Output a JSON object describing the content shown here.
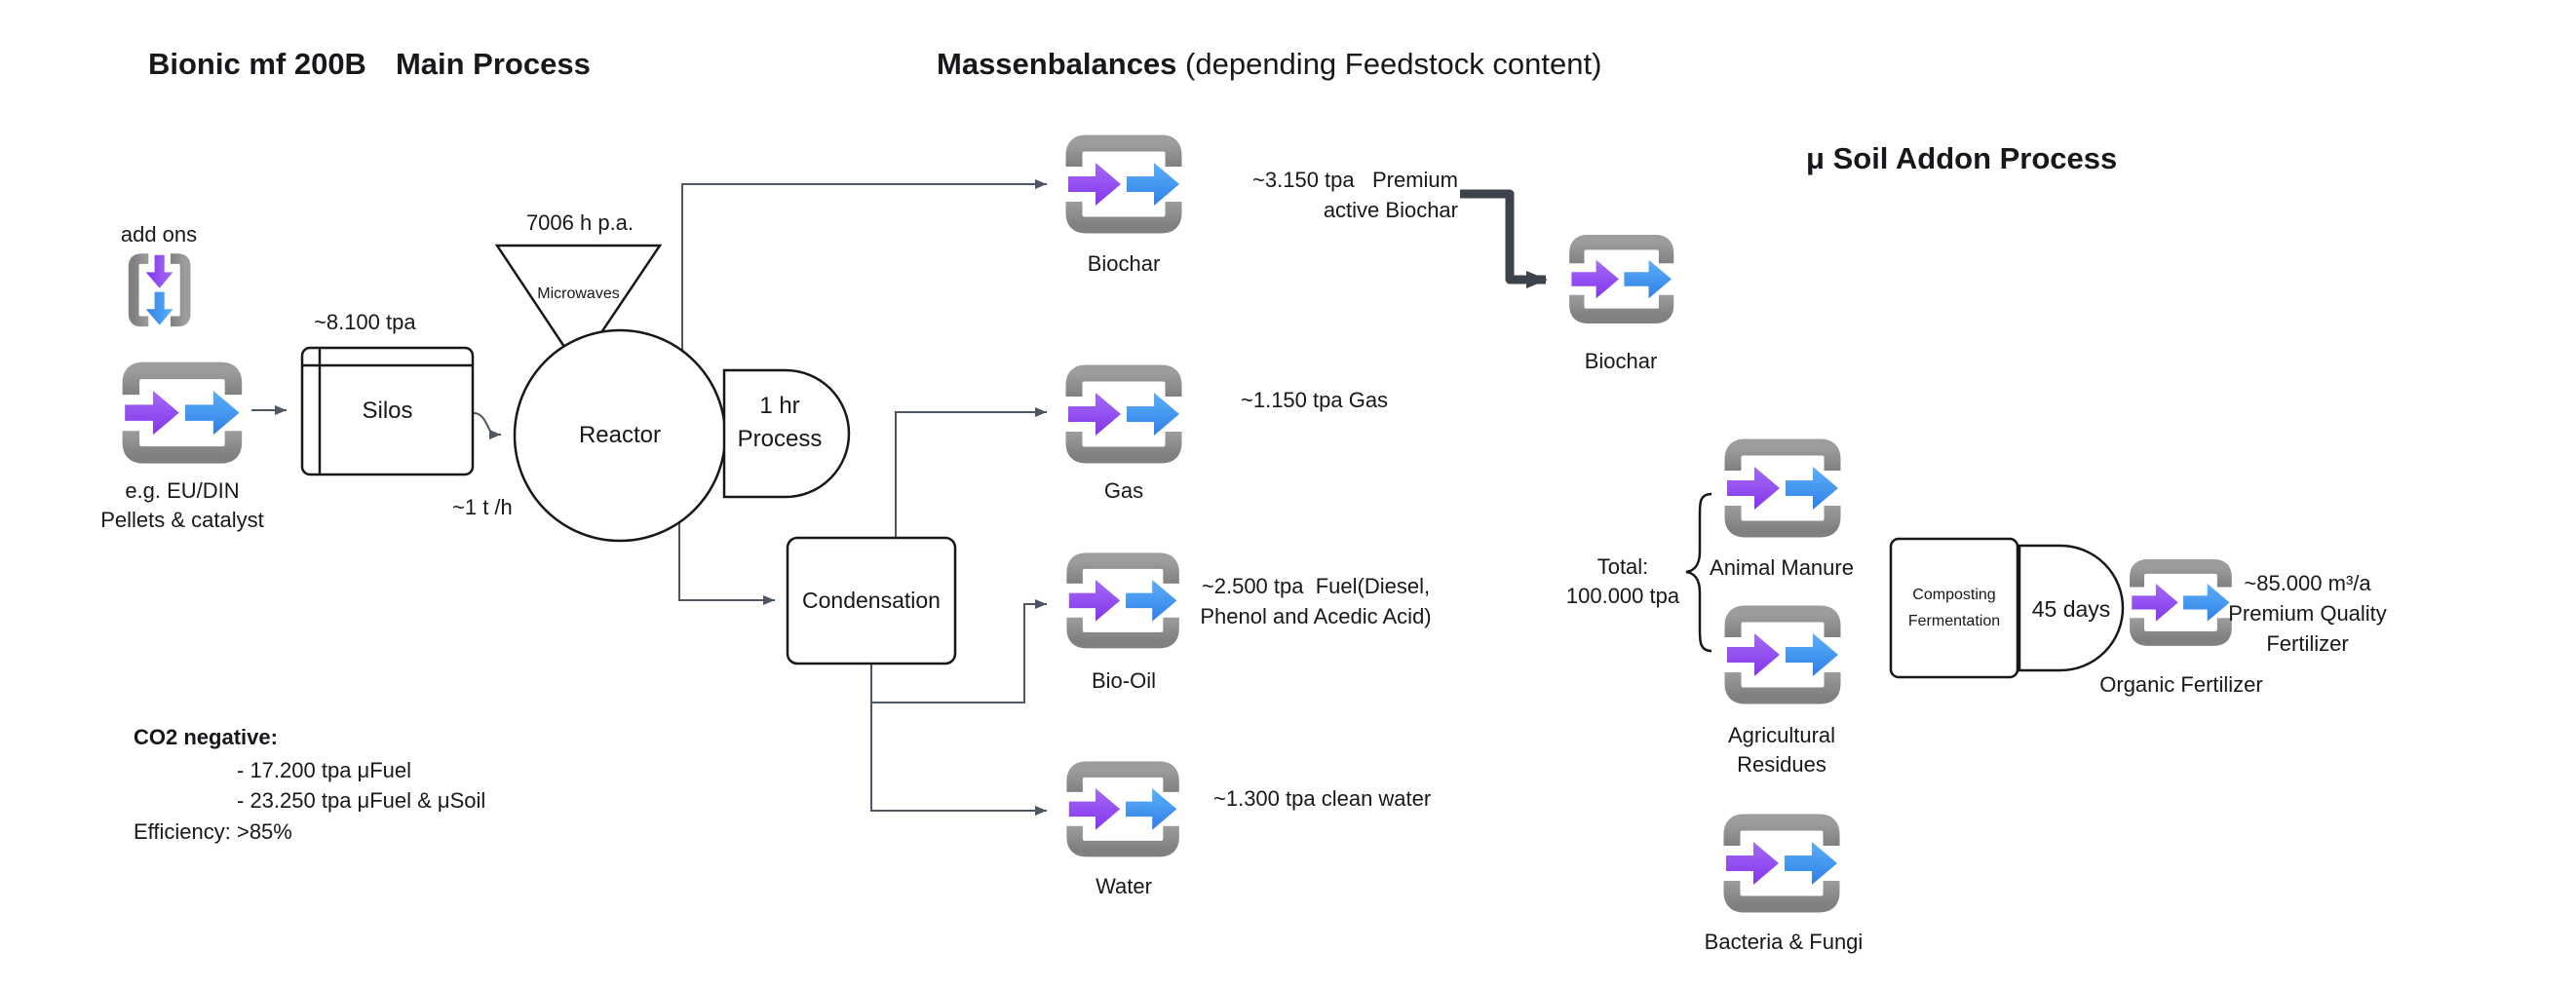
{
  "titles": {
    "main_title_1": "Bionic mf 200B",
    "main_title_2": "Main Process",
    "mass_title_bold": "Massenbalances",
    "mass_title_normal": " (depending Feedstock content)",
    "soil_title": "μ Soil Addon Process"
  },
  "main": {
    "add_ons": "add ons",
    "feedstock_line1": "e.g. EU/DIN",
    "feedstock_line2": "Pellets & catalyst",
    "silos_in": "~8.100 tpa",
    "silos_label": "Silos",
    "silos_out": "~1 t /h",
    "microwave_hours": "7006 h p.a.",
    "microwave_label": "Microwaves",
    "reactor_label": "Reactor",
    "delay_line1": "1 hr",
    "delay_line2": "Process",
    "condensation_label": "Condensation",
    "co2_heading": "CO2 negative:",
    "co2_line1": "- 17.200 tpa μFuel",
    "co2_line2": "- 23.250 tpa μFuel & μSoil",
    "co2_efficiency": "Efficiency: >85%"
  },
  "mass": {
    "outputs": [
      {
        "label": "Biochar",
        "amount1": "~3.150 tpa   Premium",
        "amount2": "active Biochar"
      },
      {
        "label": "Gas",
        "amount1": "~1.150 tpa Gas"
      },
      {
        "label": "Bio-Oil",
        "amount1": "~2.500 tpa  Fuel(Diesel,",
        "amount2": "Phenol and Acedic Acid)"
      },
      {
        "label": "Water",
        "amount1": "~1.300 tpa clean water"
      }
    ]
  },
  "soil": {
    "biochar_label": "Biochar",
    "total_line1": "Total:",
    "total_line2": "100.000 tpa",
    "input1": "Animal Manure",
    "input2_line1": "Agricultural",
    "input2_line2": "Residues",
    "input3": "Bacteria & Fungi",
    "composting_line1": "Composting",
    "composting_line2": "Fermentation",
    "delay_label": "45 days",
    "organic_label": "Organic Fertilizer",
    "output_line1": "~85.000 m³/a",
    "output_line2": "Premium Quality",
    "output_line3": "Fertilizer"
  },
  "colors": {
    "arrow_purple_top": "#a46bf4",
    "arrow_purple_bottom": "#8335ec",
    "arrow_blue_top": "#5cb0f7",
    "arrow_blue_bottom": "#2f7fe8",
    "bracket_gray": "#8f8f8f",
    "connector": "#4d5661",
    "connector_thick": "#3d434d",
    "shape_stroke": "#181818"
  }
}
